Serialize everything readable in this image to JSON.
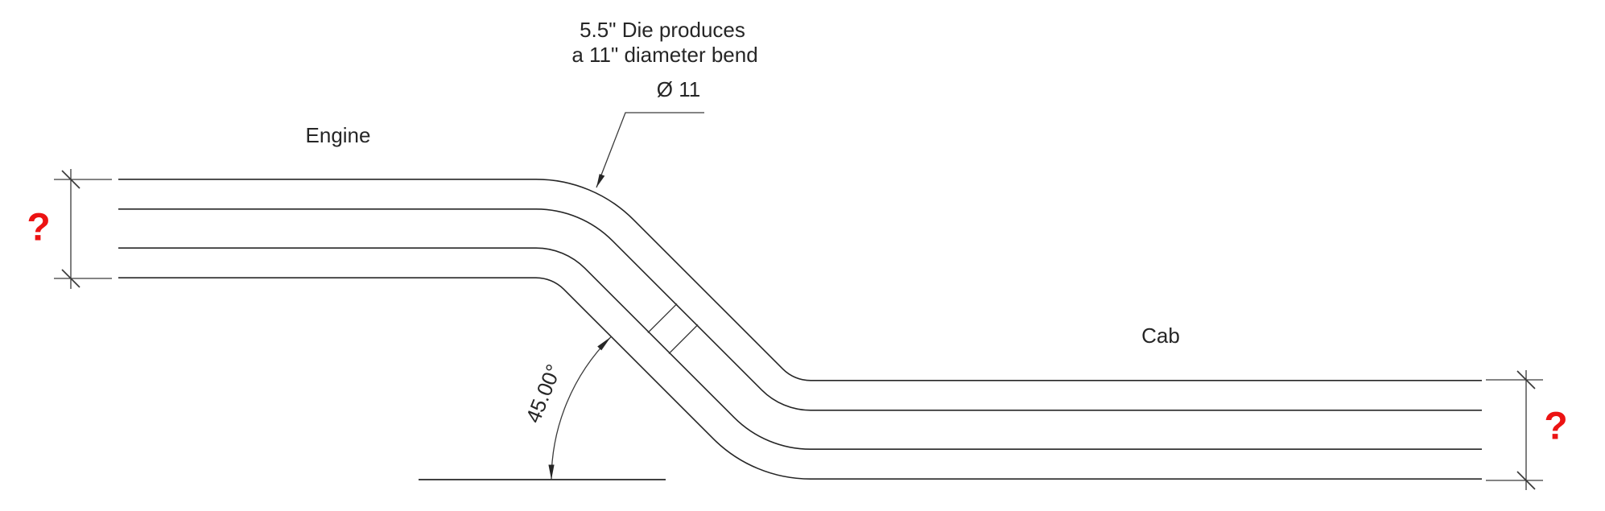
{
  "drawing": {
    "bend_note": {
      "line1": "5.5\" Die produces",
      "line2": "a 11\" diameter bend"
    },
    "diameter_callout": "Ø 11",
    "section_labels": {
      "engine": "Engine",
      "cab": "Cab"
    },
    "angle_dimension": "45.00°",
    "left_diameter_dimension": "?",
    "right_diameter_dimension": "?",
    "colors": {
      "unknown_dimension_red": "#ec1313",
      "line_color": "#262626",
      "background": "#ffffff"
    }
  }
}
